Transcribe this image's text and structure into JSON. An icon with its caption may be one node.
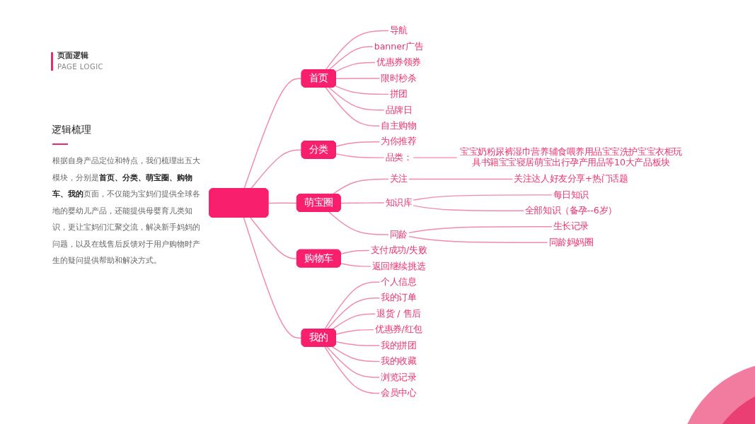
{
  "diagram": {
    "title": "页面逻辑",
    "nodes": [
      {
        "text": [],
        "shape": "box"
      },
      {
        "text": [
          "首页"
        ]
      },
      {
        "text": [
          "导航"
        ]
      },
      {
        "text": [
          "banner广告"
        ]
      },
      {
        "text": [
          "优惠券领券"
        ]
      },
      {
        "text": [
          "限时秒杀"
        ]
      },
      {
        "text": [
          "拼团"
        ]
      },
      {
        "text": [
          "品牌日"
        ]
      },
      {
        "text": [
          "自主购物"
        ]
      },
      {
        "text": [
          "分类"
        ]
      },
      {
        "text": [
          "为你推荐"
        ]
      },
      {
        "text": [
          "品类："
        ]
      },
      {
        "text": [
          "宝宝奶粉尿裤湿巾营养辅食喂养用品宝宝洗护宝宝衣柜玩具书籍宝宝寝居萌宝出行孕产用品等10大产品板块"
        ]
      },
      {
        "text": [
          "萌宝圈"
        ]
      },
      {
        "text": [
          "关注"
        ]
      },
      {
        "text": [
          "关注达人好友分享+热门话题"
        ]
      },
      {
        "text": [
          "知识库"
        ]
      },
      {
        "text": [
          "每日知识"
        ]
      },
      {
        "text": [
          "全部知识（备孕--6岁）"
        ]
      },
      {
        "text": [
          "同龄"
        ]
      },
      {
        "text": [
          "生长记录"
        ]
      },
      {
        "text": [
          "同龄妈妈圈"
        ]
      },
      {
        "text": [
          "购物车"
        ]
      },
      {
        "text": [
          "支付成功/失败"
        ]
      },
      {
        "text": [
          "返回继续挑选"
        ]
      },
      {
        "text": [
          "我的"
        ]
      },
      {
        "text": [
          "个人信息"
        ]
      },
      {
        "text": [
          "我的订单"
        ]
      },
      {
        "text": [
          "退货 / 售后"
        ]
      },
      {
        "text": [
          "优惠券/红包"
        ]
      },
      {
        "text": [
          "我的拼团"
        ]
      },
      {
        "text": [
          "我的收藏"
        ]
      },
      {
        "text": [
          "浏览记录"
        ]
      },
      {
        "text": [
          "会员中心"
        ]
      }
    ],
    "edges": [
      {
        "from": 0,
        "to": 1,
        "arrow": "none"
      },
      {
        "from": 0,
        "to": 9,
        "arrow": "none"
      },
      {
        "from": 0,
        "to": 13,
        "arrow": "none"
      },
      {
        "from": 0,
        "to": 22,
        "arrow": "none"
      },
      {
        "from": 0,
        "to": 25,
        "arrow": "none"
      },
      {
        "from": 1,
        "to": 2,
        "arrow": "none"
      },
      {
        "from": 1,
        "to": 3,
        "arrow": "none"
      },
      {
        "from": 1,
        "to": 4,
        "arrow": "none"
      },
      {
        "from": 1,
        "to": 5,
        "arrow": "none"
      },
      {
        "from": 1,
        "to": 6,
        "arrow": "none"
      },
      {
        "from": 1,
        "to": 7,
        "arrow": "none"
      },
      {
        "from": 1,
        "to": 8,
        "arrow": "none"
      },
      {
        "from": 9,
        "to": 10,
        "arrow": "none"
      },
      {
        "from": 9,
        "to": 11,
        "arrow": "none"
      },
      {
        "from": 11,
        "to": 12,
        "arrow": "none"
      },
      {
        "from": 13,
        "to": 14,
        "arrow": "none"
      },
      {
        "from": 14,
        "to": 15,
        "arrow": "none"
      },
      {
        "from": 13,
        "to": 16,
        "arrow": "none"
      },
      {
        "from": 16,
        "to": 17,
        "arrow": "none"
      },
      {
        "from": 16,
        "to": 18,
        "arrow": "none"
      },
      {
        "from": 13,
        "to": 19,
        "arrow": "none"
      },
      {
        "from": 19,
        "to": 20,
        "arrow": "none"
      },
      {
        "from": 19,
        "to": 21,
        "arrow": "none"
      },
      {
        "from": 22,
        "to": 23,
        "arrow": "none"
      },
      {
        "from": 22,
        "to": 24,
        "arrow": "none"
      },
      {
        "from": 25,
        "to": 26,
        "arrow": "none"
      },
      {
        "from": 25,
        "to": 27,
        "arrow": "none"
      },
      {
        "from": 25,
        "to": 28,
        "arrow": "none"
      },
      {
        "from": 25,
        "to": 29,
        "arrow": "none"
      },
      {
        "from": 25,
        "to": 30,
        "arrow": "none"
      },
      {
        "from": 25,
        "to": 31,
        "arrow": "none"
      },
      {
        "from": 25,
        "to": 32,
        "arrow": "none"
      },
      {
        "from": 25,
        "to": 33,
        "arrow": "none"
      }
    ],
    "labels": [
      "PAGE LOGIC",
      "逻辑梳理",
      "根据自身产品定位和特点，我们梳理出五大模块，分别是**首页、分类、萌宝圈、购物车、我的**页面，不仅能为宝妈们提供全球各地的婴幼儿产品，还能提供母婴育儿类知识，更让宝妈们汇聚交流，解决新手妈妈的问题，以及在线售后反馈对于用户购物时产生的疑问提供帮助和解决方式。"
    ]
  }
}
